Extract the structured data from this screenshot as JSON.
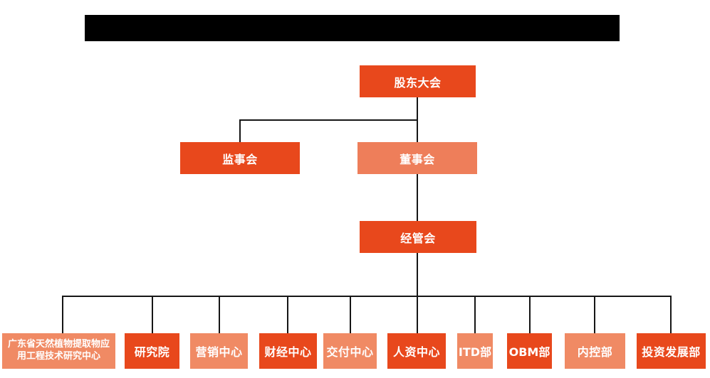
{
  "colors": {
    "primary": "#e8481c",
    "secondary": "#ee7e5a",
    "tertiary": "#f08a64",
    "line": "#161616",
    "redaction": "#000000",
    "label_text": "#ffffff"
  },
  "title_bar": {
    "redacted": true,
    "text": ""
  },
  "org": {
    "shareholders_meeting": {
      "label": "股东大会",
      "variant": "primary"
    },
    "supervisory_board": {
      "label": "监事会",
      "variant": "primary"
    },
    "board_of_directors": {
      "label": "董事会",
      "variant": "secondary"
    },
    "management_committee": {
      "label": "经管会",
      "variant": "primary"
    },
    "departments": [
      {
        "label": "广东省天然植物提取物应用工程技术研究中心",
        "variant": "tertiary"
      },
      {
        "label": "研究院",
        "variant": "primary"
      },
      {
        "label": "营销中心",
        "variant": "tertiary"
      },
      {
        "label": "财经中心",
        "variant": "primary"
      },
      {
        "label": "交付中心",
        "variant": "tertiary"
      },
      {
        "label": "人资中心",
        "variant": "primary"
      },
      {
        "label": "ITD部",
        "variant": "tertiary"
      },
      {
        "label": "OBM部",
        "variant": "primary"
      },
      {
        "label": "内控部",
        "variant": "tertiary"
      },
      {
        "label": "投资发展部",
        "variant": "primary"
      }
    ],
    "hierarchy": [
      {
        "from": "股东大会",
        "to": [
          "监事会",
          "董事会"
        ]
      },
      {
        "from": "董事会",
        "to": [
          "经管会"
        ]
      },
      {
        "from": "经管会",
        "to": [
          "广东省天然植物提取物应用工程技术研究中心",
          "研究院",
          "营销中心",
          "财经中心",
          "交付中心",
          "人资中心",
          "ITD部",
          "OBM部",
          "内控部",
          "投资发展部"
        ]
      }
    ]
  }
}
